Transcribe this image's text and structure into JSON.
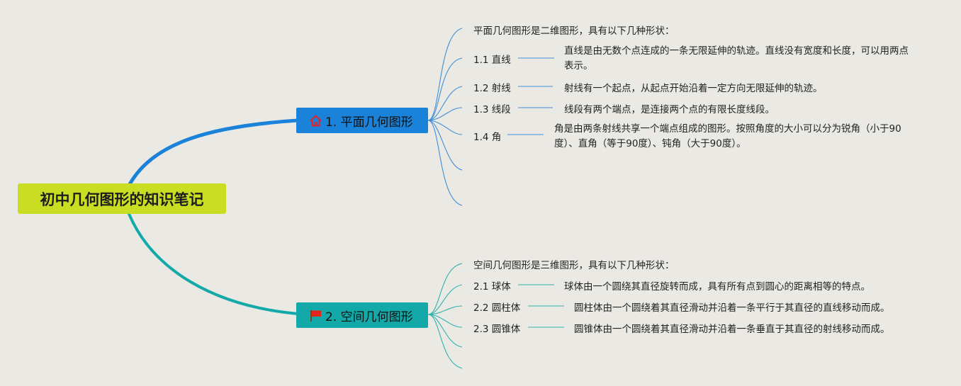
{
  "root": {
    "title": "初中几何图形的知识笔记"
  },
  "colors": {
    "background": "#ebe9e3",
    "root": "#c9dd22",
    "branch1": "#1a82d8",
    "branch2": "#13a9a8",
    "branch1_lines": "#3f8fd6",
    "branch2_lines": "#2fb4ad"
  },
  "branches": [
    {
      "label": "1. 平面几何图形",
      "icon": "house-icon",
      "intro": "平面几何图形是二维图形，具有以下几种形状：",
      "items": [
        {
          "label": "1.1 直线",
          "desc": "直线是由无数个点连成的一条无限延伸的轨迹。直线没有宽度和长度，可以用两点表示。"
        },
        {
          "label": "1.2 射线",
          "desc": "射线有一个起点，从起点开始沿着一定方向无限延伸的轨迹。"
        },
        {
          "label": "1.3 线段",
          "desc": "线段有两个端点，是连接两个点的有限长度线段。"
        },
        {
          "label": "1.4 角",
          "desc": "角是由两条射线共享一个端点组成的图形。按照角度的大小可以分为锐角（小于90度）、直角（等于90度）、钝角（大于90度）。"
        }
      ]
    },
    {
      "label": "2. 空间几何图形",
      "icon": "red-flag-icon",
      "intro": "空间几何图形是三维图形，具有以下几种形状：",
      "items": [
        {
          "label": "2.1 球体",
          "desc": "球体由一个圆绕其直径旋转而成，具有所有点到圆心的距离相等的特点。"
        },
        {
          "label": "2.2 圆柱体",
          "desc": "圆柱体由一个圆绕着其直径滑动并沿着一条平行于其直径的直线移动而成。"
        },
        {
          "label": "2.3 圆锥体",
          "desc": "圆锥体由一个圆绕着其直径滑动并沿着一条垂直于其直径的射线移动而成。"
        }
      ]
    }
  ]
}
